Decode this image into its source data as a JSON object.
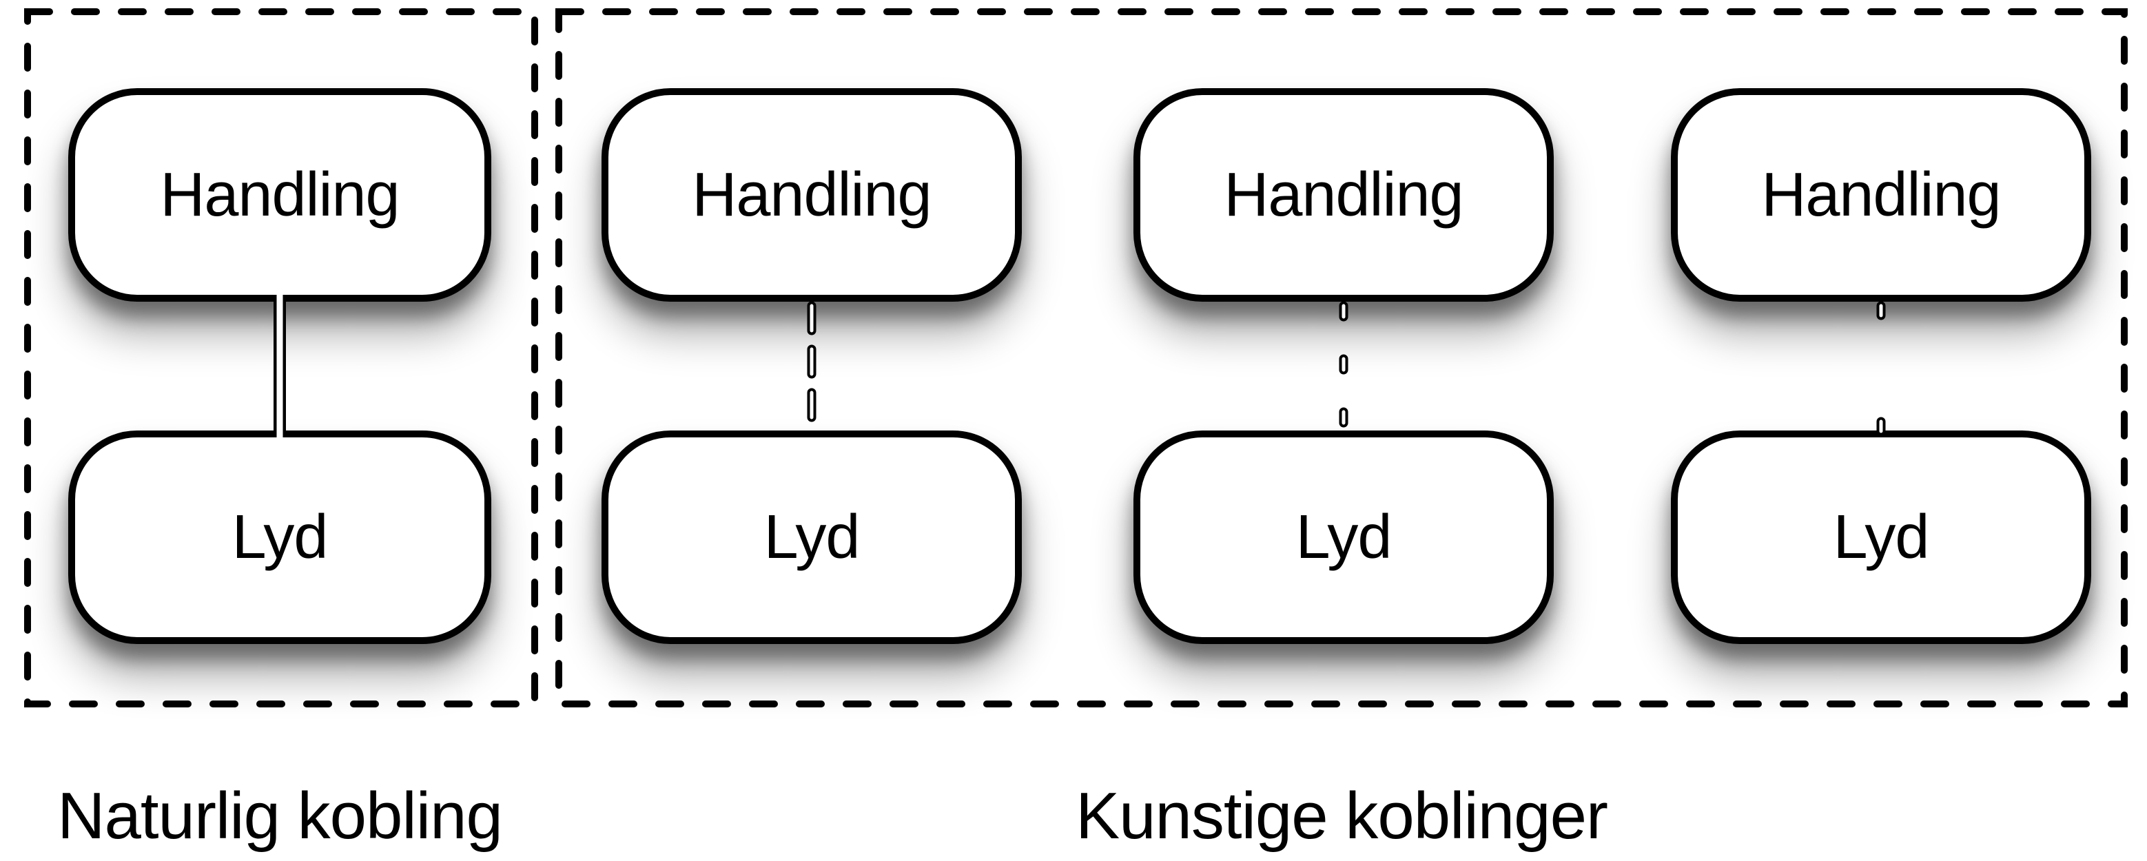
{
  "diagram": {
    "background_color": "#ffffff",
    "stroke_color": "#000000",
    "node_fill_color": "#ffffff",
    "sections": [
      {
        "id": "natural",
        "label": "Naturlig kobling",
        "frame_style": "dashed",
        "pairs": [
          {
            "top": "Handling",
            "bottom": "Lyd",
            "connector": "solid-double-line"
          }
        ]
      },
      {
        "id": "artificial",
        "label": "Kunstige koblinger",
        "frame_style": "dashed",
        "pairs": [
          {
            "top": "Handling",
            "bottom": "Lyd",
            "connector": "dashed-dense"
          },
          {
            "top": "Handling",
            "bottom": "Lyd",
            "connector": "dashed-medium"
          },
          {
            "top": "Handling",
            "bottom": "Lyd",
            "connector": "dashed-sparse"
          }
        ]
      }
    ]
  }
}
